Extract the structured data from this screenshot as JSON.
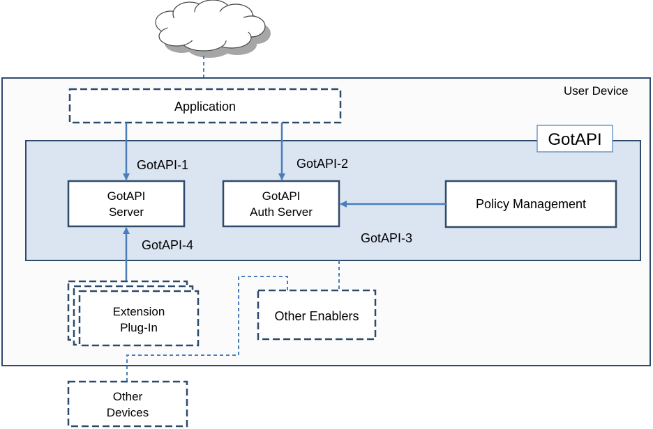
{
  "user_device": {
    "label": "User Device"
  },
  "application": {
    "label": "Application"
  },
  "gotapi": {
    "label": "GotAPI"
  },
  "gotapi_server": {
    "line1": "GotAPI",
    "line2": "Server"
  },
  "auth_server": {
    "line1": "GotAPI",
    "line2": "Auth Server"
  },
  "policy_management": {
    "label": "Policy Management"
  },
  "extension_plugin": {
    "line1": "Extension",
    "line2": "Plug-In"
  },
  "other_enablers": {
    "label": "Other Enablers"
  },
  "other_devices": {
    "line1": "Other",
    "line2": "Devices"
  },
  "interfaces": {
    "gotapi_1": "GotAPI-1",
    "gotapi_2": "GotAPI-2",
    "gotapi_3": "GotAPI-3",
    "gotapi_4": "GotAPI-4"
  },
  "colors": {
    "border_dark": "#2e4a6b",
    "arrow_blue": "#4a7ebb",
    "panel_fill": "#dbe5f1",
    "device_fill": "#fbfbfb",
    "cloud_fill": "#ffffff",
    "cloud_shadow": "#a6a6a6"
  }
}
